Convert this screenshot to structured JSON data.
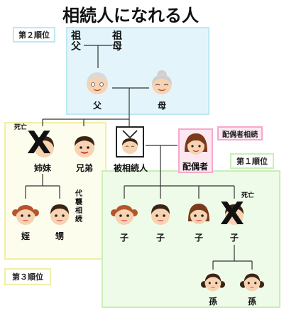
{
  "title": "相続人になれる人",
  "tags": {
    "rank2": "第２順位",
    "rank1": "第１順位",
    "rank3": "第３順位",
    "spouse_inherit": "配偶者相続",
    "dead1": "死亡",
    "dead2": "死亡",
    "daishu": "代襲相続"
  },
  "people": {
    "grandfather": "祖父",
    "grandmother": "祖母",
    "father": "父",
    "mother": "母",
    "sister": "姉妹",
    "brother": "兄弟",
    "decedent": "被相続人",
    "spouse": "配偶者",
    "niece": "姪",
    "nephew": "甥",
    "child1": "子",
    "child2": "子",
    "child3": "子",
    "child4": "子",
    "grandchild1": "孫",
    "grandchild2": "孫"
  },
  "colors": {
    "rank2_bg": "#e3f5fb",
    "rank2_border": "#bfe8f5",
    "rank1_bg": "#eefbe8",
    "rank1_border": "#c8efb8",
    "rank3_bg": "#fdfdee",
    "rank3_border": "#f2eea8",
    "spouse_bg": "#fde8f2",
    "spouse_border": "#f4a9cc"
  }
}
